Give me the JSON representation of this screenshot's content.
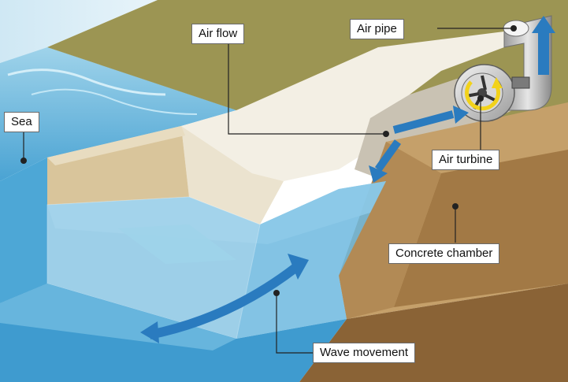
{
  "labels": {
    "air_flow": "Air flow",
    "air_pipe": "Air pipe",
    "sea": "Sea",
    "air_turbine": "Air turbine",
    "concrete_chamber": "Concrete chamber",
    "wave_movement": "Wave movement"
  },
  "colors": {
    "sea_light": "#8ecbe6",
    "sea_mid": "#5aaed8",
    "sea_deep": "#3a8fc4",
    "land": "#9c9553",
    "land_dark": "#7f7a40",
    "concrete_light": "#ece6d6",
    "concrete_tan": "#d9c59b",
    "concrete_brown": "#b98e56",
    "concrete_dark": "#8a6336",
    "arrow_blue": "#2a7bbf",
    "turbine_yellow": "#f2d21a"
  }
}
